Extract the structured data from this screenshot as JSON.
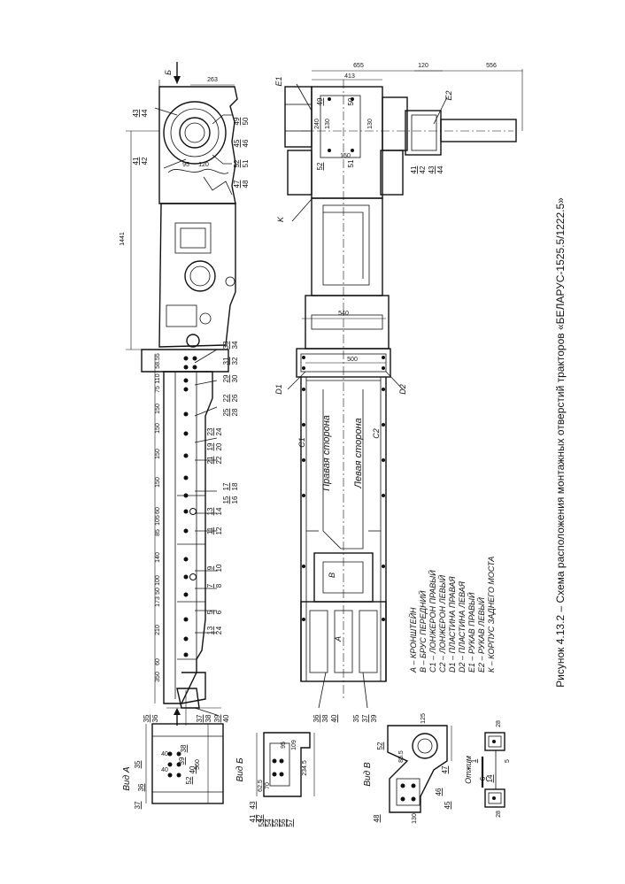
{
  "caption": "Рисунок 4.13.2 – Схема расположения монтажных отверстий тракторов «БЕЛАРУС-1525.5/1222.5»",
  "legend": [
    "А – КРОНШТЕЙН",
    "В – БРУС ПЕРЕДНИЙ",
    "С1 – ЛОНЖЕРОН ПРАВЫЙ",
    "С2 – ЛОНЖЕРОН ЛЕВЫЙ",
    "D1 – ПЛАСТИНА ПРАВАЯ",
    "D2 – ПЛАСТИНА ЛЕВАЯ",
    "Е1 – РУКАВ ПРАВЫЙ",
    "Е2 – РУКАВ ЛЕВЫЙ",
    "К – КОРПУС ЗАДНЕГО МОСТА"
  ],
  "side_labels": {
    "right": "Правая сторона",
    "left": "Левая сторона"
  },
  "views": {
    "a": "Вид А",
    "b": "Вид Б",
    "v": "Вид В",
    "otzhim": "Отжим"
  },
  "top_dims": [
    "263",
    "1441",
    "95",
    "120"
  ],
  "top_letters": [
    "Б"
  ],
  "side_dims": [
    "350",
    "60",
    "210",
    "173",
    "50",
    "100",
    "140",
    "85",
    "105",
    "60",
    "150",
    "150",
    "150",
    "150",
    "75",
    "110",
    "58.55"
  ],
  "side_numbers_top": [
    "43",
    "44",
    "41",
    "42",
    "49",
    "50",
    "45",
    "46",
    "52",
    "51",
    "47",
    "48"
  ],
  "side_numbers": [
    "33",
    "34",
    "31",
    "32",
    "29",
    "30",
    "22",
    "26",
    "25",
    "28",
    "23",
    "24",
    "19",
    "20",
    "21",
    "22",
    "17",
    "18",
    "15",
    "16",
    "13",
    "14",
    "11",
    "12",
    "9",
    "10",
    "7",
    "8",
    "5",
    "6",
    "3",
    "4",
    "1",
    "2",
    "35",
    "36",
    "37",
    "38",
    "39",
    "40"
  ],
  "plan_dims": [
    "655",
    "413",
    "120",
    "556",
    "240",
    "130",
    "150",
    "540",
    "500",
    "130"
  ],
  "plan_letters": [
    "E1",
    "E2",
    "K",
    "D1",
    "D2",
    "C1",
    "C2",
    "B",
    "A"
  ],
  "plan_numbers": [
    "49",
    "50",
    "52",
    "51",
    "41",
    "42",
    "43",
    "44",
    "36",
    "38",
    "40",
    "35",
    "37",
    "39"
  ],
  "view_a": {
    "dims": [
      "40",
      "40",
      "560"
    ],
    "numbers": [
      "35",
      "36",
      "37",
      "38",
      "39",
      "40",
      "52"
    ]
  },
  "view_b": {
    "dims": [
      "62.5",
      "70",
      "95",
      "109",
      "234.5"
    ],
    "numbers": [
      "41",
      "42",
      "43",
      "53",
      "54",
      "55",
      "56",
      "57"
    ]
  },
  "view_v": {
    "dims": [
      "85.5",
      "125",
      "130"
    ],
    "numbers": [
      "45",
      "46",
      "47",
      "48",
      "52"
    ]
  },
  "view_otzhim": {
    "dims": [
      "28",
      "5",
      "28"
    ],
    "numbers": [
      "1",
      "6",
      "14"
    ]
  }
}
